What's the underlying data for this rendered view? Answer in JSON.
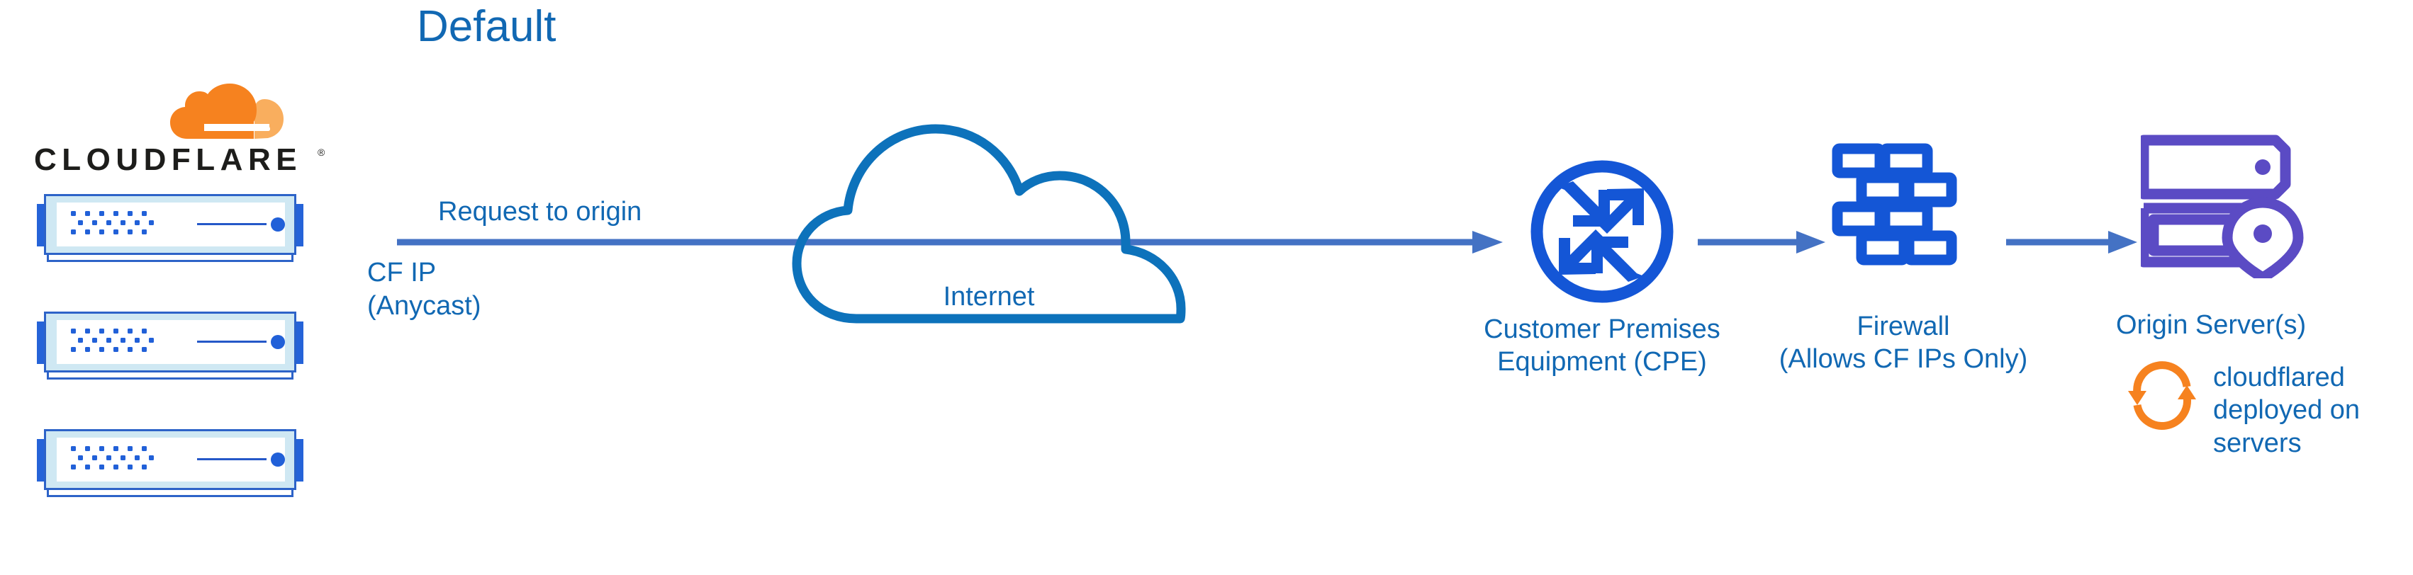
{
  "diagram": {
    "title": "Default",
    "type": "network-architecture-flow"
  },
  "colors": {
    "title_blue": "#1168b3",
    "label_blue": "#1168b3",
    "arrow_blue": "#4472c4",
    "icon_blue": "#1456d6",
    "cloud_blue": "#0d72bb",
    "server_purple": "#5b4bc4",
    "cloudflare_orange": "#f6821f",
    "cloudflare_orange_light": "#f9ae5e",
    "server_body": "#cfe8f3",
    "server_border": "#2d63c8"
  },
  "cloudflare_node": {
    "logo_wordmark": "CLOUDFLARE",
    "logo_registered": "®",
    "logo_icon_name": "cloudflare-cloud-logo",
    "server_count": 3,
    "servers": [
      {
        "name": "cloudflare-edge-server-1"
      },
      {
        "name": "cloudflare-edge-server-2"
      },
      {
        "name": "cloudflare-edge-server-3"
      }
    ],
    "ip_label_line1": "CF IP",
    "ip_label_line2": "(Anycast)"
  },
  "flow": {
    "request_label": "Request to origin",
    "arrows": [
      {
        "name": "arrow-cloudflare-to-cpe",
        "from": "cloudflare",
        "to": "cpe",
        "label": "Request to origin"
      },
      {
        "name": "arrow-cpe-to-firewall",
        "from": "cpe",
        "to": "firewall",
        "label": ""
      },
      {
        "name": "arrow-firewall-to-origin",
        "from": "firewall",
        "to": "origin",
        "label": ""
      }
    ]
  },
  "internet": {
    "label": "Internet",
    "icon_name": "cloud-outline-icon"
  },
  "cpe": {
    "icon_name": "router-icon",
    "label_line1": "Customer Premises",
    "label_line2": "Equipment (CPE)"
  },
  "firewall": {
    "icon_name": "brick-wall-icon",
    "label_line1": "Firewall",
    "label_line2": "(Allows CF IPs Only)"
  },
  "origin": {
    "icon_name": "server-location-pin-icon",
    "label": "Origin Server(s)",
    "note_icon_name": "sync-arrows-icon",
    "note_line1": "cloudflared",
    "note_line2": "deployed on",
    "note_line3": "servers"
  }
}
